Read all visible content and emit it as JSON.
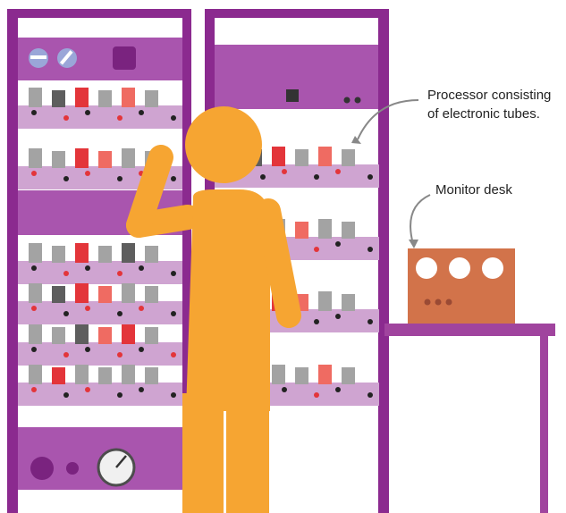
{
  "annotations": {
    "processor_line1": "Processor consisting",
    "processor_line2": "of electronic tubes.",
    "monitor": "Monitor desk"
  },
  "colors": {
    "rack_frame": "#8b2a8f",
    "rack_panel": "#a955ae",
    "shelf": "#cfa4d1",
    "tube_gray": "#a3a3a3",
    "tube_dark": "#5e5e5e",
    "tube_red": "#e3353a",
    "tube_salmon": "#ef6b62",
    "person": "#f6a532",
    "monitor_box": "#d2734a",
    "desk": "#a0449e"
  }
}
